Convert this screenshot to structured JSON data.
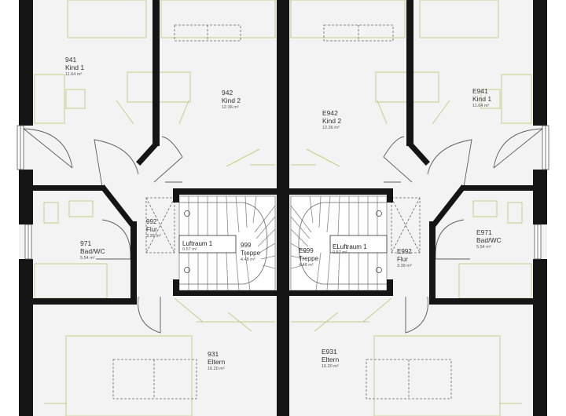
{
  "colors": {
    "wall": "#151515",
    "floor": "#f2f3f2",
    "furniture": "#c3cf86",
    "door": "#5c5c5c",
    "text": "#333333"
  },
  "rooms": [
    {
      "number": "941",
      "name": "Kind 1",
      "area": "11.64 m²"
    },
    {
      "number": "942",
      "name": "Kind 2",
      "area": "12.36 m²"
    },
    {
      "number": "992",
      "name": "Flur",
      "area": "3.39 m²"
    },
    {
      "number": "999",
      "name": "Treppe",
      "area": "4.48 m²"
    },
    {
      "number": "971",
      "name": "Bad/WC",
      "area": "5.54 m²"
    },
    {
      "number": "931",
      "name": "Eltern",
      "area": "16.20 m²"
    },
    {
      "number": "E941",
      "name": "Kind 1",
      "area": "11.64 m²"
    },
    {
      "number": "E942",
      "name": "Kind 2",
      "area": "12.36 m²"
    },
    {
      "number": "E992",
      "name": "Flur",
      "area": "3.39 m²"
    },
    {
      "number": "E999",
      "name": "Treppe",
      "area": "4.48 m²"
    },
    {
      "number": "E971",
      "name": "Bad/WC",
      "area": "5.54 m²"
    },
    {
      "number": "E931",
      "name": "Eltern",
      "area": "16.20 m²"
    }
  ],
  "voids": [
    {
      "label": "Luftraum 1",
      "area": "0.57 m²"
    },
    {
      "label": "ELuftraum 1",
      "area": "0.57 m²"
    }
  ]
}
